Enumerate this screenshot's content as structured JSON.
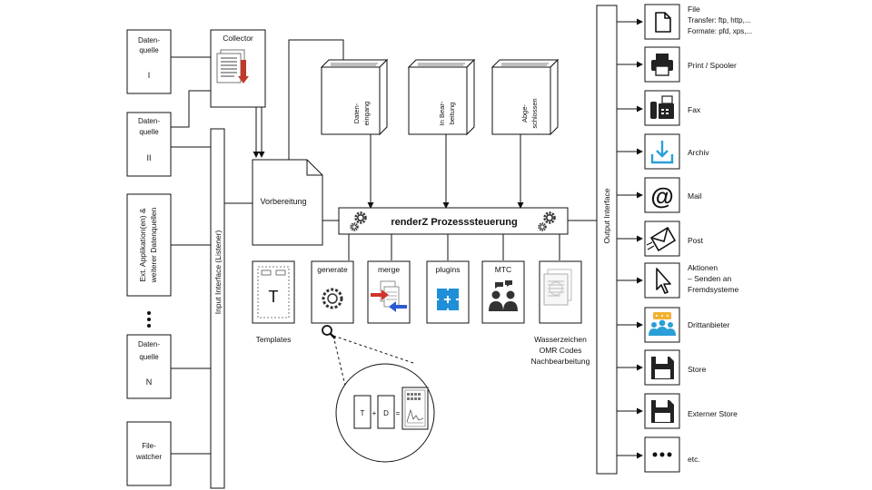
{
  "sources": {
    "s1_a": "Daten-",
    "s1_b": "quelle",
    "s1_n": "I",
    "s2_a": "Daten-",
    "s2_b": "quelle",
    "s2_n": "II",
    "ext_a": "Ext. Applikation(en) &",
    "ext_b": "weiterer Datenquellen",
    "sn_a": "Daten-",
    "sn_b": "quelle",
    "sn_n": "N",
    "fw_a": "File-",
    "fw_b": "watcher"
  },
  "collector": {
    "label": "Collector"
  },
  "bus": {
    "input_label": "Input Interface (Listener)",
    "output_label": "Output Interface"
  },
  "stages": {
    "vorbereitung": "Vorbereitung"
  },
  "queues": {
    "q1_a": "Daten-",
    "q1_b": "eingang",
    "q2_a": "In Bear-",
    "q2_b": "beitung",
    "q3_a": "Abge-",
    "q3_b": "schlossen"
  },
  "control": {
    "label": "renderZ Prozesssteuerung"
  },
  "tools": {
    "template_letter": "T",
    "templates": "Templates",
    "generate": "generate",
    "merge": "merge",
    "plugins": "plugins",
    "mtc": "MTC",
    "post_1": "Wasserzeichen",
    "post_2": "OMR Codes",
    "post_3": "Nachbearbeitung"
  },
  "zoom": {
    "t": "T",
    "plus": "+",
    "d": "D",
    "eq": "="
  },
  "outputs": {
    "file_1": "File",
    "file_2": "Transfer: ftp, http,...",
    "file_3": "Formate: pfd, xps,...",
    "print": "Print / Spooler",
    "fax": "Fax",
    "archive": "Archiv",
    "mail_symbol": "@",
    "mail": "Mail",
    "post": "Post",
    "actions_1": "Aktionen",
    "actions_2": "– Senden an",
    "actions_3": "Fremdsysteme",
    "third_party": "Drittanbieter",
    "store": "Store",
    "external_store": "Externer Store",
    "etc": "etc."
  },
  "colors": {
    "merge_red": "#d0332b",
    "merge_blue": "#2b5bd0",
    "plugin_blue": "#1f8fd8",
    "archive_blue": "#2a9fd8",
    "collector_red": "#c0392b",
    "chat_yellow": "#f2b134"
  },
  "icons": [
    "file-icon",
    "printer-icon",
    "fax-icon",
    "download-icon",
    "at-sign-icon",
    "envelope-icon",
    "cursor-icon",
    "third-party-people-icon",
    "floppy-disk-icon",
    "ellipsis-icon",
    "gear-icon",
    "puzzle-icon",
    "people-chat-icon",
    "magnifier-icon",
    "merge-documents-icon",
    "watermark-document-icon"
  ]
}
